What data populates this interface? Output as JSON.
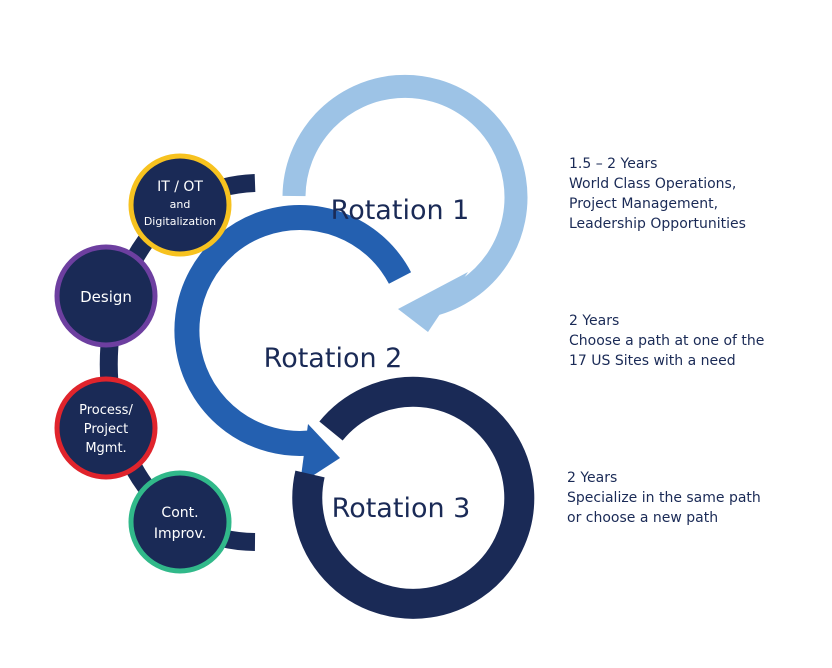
{
  "colors": {
    "navy": "#1a2a56",
    "rotation1": "#9dc3e6",
    "rotation2": "#2460b0",
    "rotation3": "#1a2a56",
    "ring_it_ot": "#f7c21f",
    "ring_design": "#6d3fa0",
    "ring_process": "#e0242c",
    "ring_improv": "#31b98a"
  },
  "nodes": {
    "it_ot": {
      "line1": "IT / OT",
      "line2": "and",
      "line3": "Digitalization"
    },
    "design": {
      "line1": "Design"
    },
    "process": {
      "line1": "Process/",
      "line2": "Project",
      "line3": "Mgmt."
    },
    "improv": {
      "line1": "Cont.",
      "line2": "Improv."
    }
  },
  "rotations": {
    "r1": "Rotation 1",
    "r2": "Rotation 2",
    "r3": "Rotation 3"
  },
  "descriptions": {
    "r1": {
      "line1": "1.5 – 2 Years",
      "line2": "World Class Operations,",
      "line3": "Project Management,",
      "line4": "Leadership Opportunities"
    },
    "r2": {
      "line1": "2 Years",
      "line2": "Choose a path at one of the",
      "line3": "17 US Sites with a need"
    },
    "r3": {
      "line1": "2 Years",
      "line2": "Specialize in the same path",
      "line3": "or choose a new path"
    }
  }
}
